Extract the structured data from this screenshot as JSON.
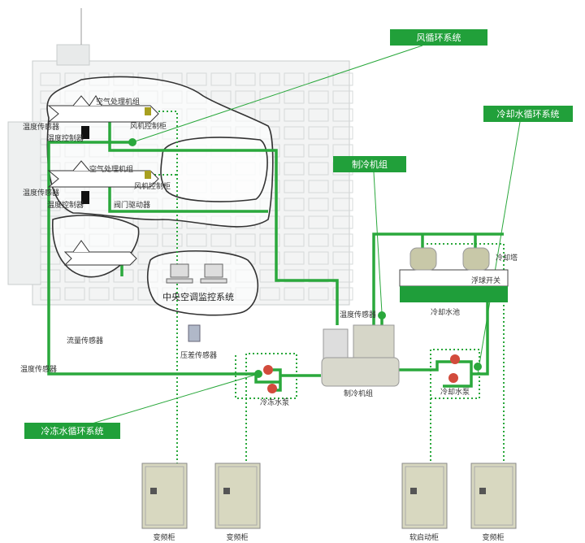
{
  "colors": {
    "accent": "#2aa83c",
    "label_box": "#21a03a",
    "cabinet": "#d8d8c0",
    "pump": "#d24b3c"
  },
  "callouts": {
    "air": "风循环系统",
    "cooling_water": "冷却水循环系统",
    "chiller": "制冷机组",
    "chilled_water": "冷冻水循环系统"
  },
  "labels": {
    "ahu1": "空气处理机组",
    "ahu2": "空气处理机组",
    "fan_cab1": "风机控制柜",
    "fan_cab2": "风机控制柜",
    "temp_sensor1": "温度传感器",
    "temp_ctrl1": "温度控制器",
    "temp_sensor2": "温度传感器",
    "temp_ctrl2": "温度控制器",
    "valve_driver": "阀门驱动器",
    "monitor": "中央空调监控系统",
    "flow_sensor": "流量传感器",
    "temp_sensor3": "温度传感器",
    "dp_sensor": "压差传感器",
    "chilled_pump": "冷冻水泵",
    "chiller_unit": "制冷机组",
    "temp_sensor4": "温度传感器",
    "cooling_tower": "冷却塔",
    "float_switch": "浮球开关",
    "cooling_pool": "冷却水池",
    "cooling_pump": "冷却水泵"
  },
  "cabinets": [
    "变频柜",
    "变频柜",
    "软启动柜",
    "变频柜"
  ]
}
